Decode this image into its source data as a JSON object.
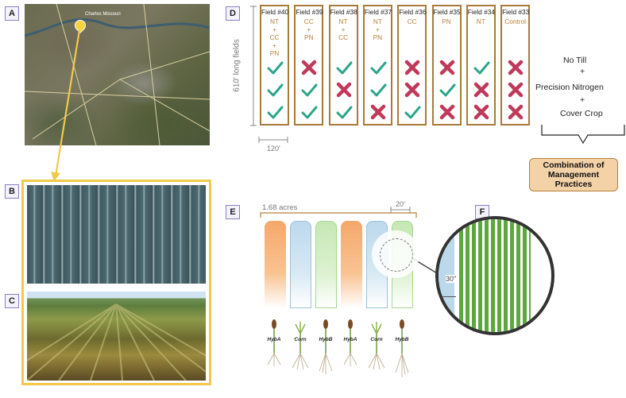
{
  "panels": {
    "a": "A",
    "b": "B",
    "c": "C",
    "d": "D",
    "e": "E",
    "f": "F"
  },
  "map": {
    "city_label": "Charles Missouri"
  },
  "colors": {
    "field_border": "#a87a3a",
    "check": "#2aa58a",
    "cross": "#c0395a",
    "box_fill": "#f4d2a8",
    "orange_strip": "#f5a86a",
    "blue_strip": "#bcd9ec",
    "green_strip": "#c6e8b5",
    "photo_frame": "#f2c94c"
  },
  "fields": [
    {
      "name": "Field #40",
      "lines": [
        "NT",
        "+",
        "CC",
        "+",
        "PN"
      ],
      "marks": [
        "check",
        "check",
        "check"
      ]
    },
    {
      "name": "Field #39",
      "lines": [
        "CC",
        "+",
        "PN"
      ],
      "marks": [
        "cross",
        "check",
        "check"
      ]
    },
    {
      "name": "Field #38",
      "lines": [
        "NT",
        "+",
        "CC"
      ],
      "marks": [
        "check",
        "cross",
        "check"
      ]
    },
    {
      "name": "Field #37",
      "lines": [
        "NT",
        "+",
        "PN"
      ],
      "marks": [
        "check",
        "check",
        "cross"
      ]
    },
    {
      "name": "Field #36",
      "lines": [
        "CC"
      ],
      "marks": [
        "cross",
        "cross",
        "check"
      ]
    },
    {
      "name": "Field #35",
      "lines": [
        "PN"
      ],
      "marks": [
        "cross",
        "check",
        "cross"
      ]
    },
    {
      "name": "Field #34",
      "lines": [
        "NT"
      ],
      "marks": [
        "check",
        "cross",
        "cross"
      ]
    },
    {
      "name": "Field #33",
      "lines": [
        "Control"
      ],
      "marks": [
        "cross",
        "cross",
        "cross"
      ]
    }
  ],
  "dims": {
    "field_length": "610' long fields",
    "field_width": "120'",
    "acres": "1.68 acres",
    "strip_width": "20'",
    "row_spacing": "30\""
  },
  "legend": {
    "line1": "No Till",
    "plus1": "+",
    "line2": "Precision Nitrogen",
    "plus2": "+",
    "line3": "Cover Crop",
    "box": "Combination of Management Practices"
  },
  "plants": [
    "HybA",
    "Corn",
    "HybB",
    "HybA",
    "Corn",
    "HybB"
  ]
}
